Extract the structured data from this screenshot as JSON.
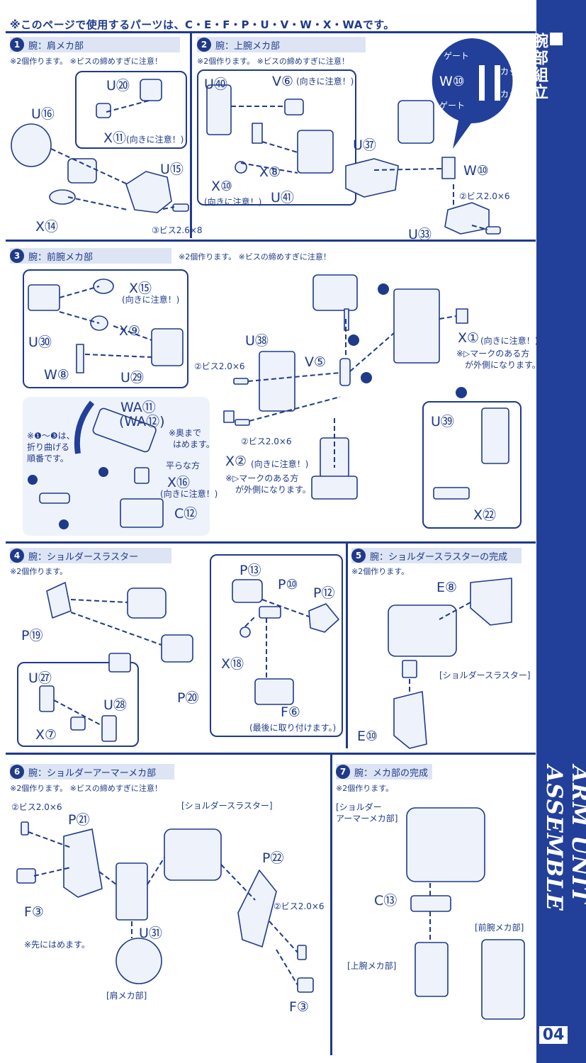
{
  "header": {
    "parts_line": "※このページで使用するパーツは、C・E・F・P・U・V・W・X・WAです。"
  },
  "sidebar": {
    "title_jp": "腕部組立",
    "title_en": "ARM UNIT ASSEMBLE",
    "page_number": "04"
  },
  "sections": [
    {
      "num": "1",
      "title": "腕：肩メカ部",
      "note": "※2個作ります。 ※ビスの締めすぎに注意！"
    },
    {
      "num": "2",
      "title": "腕：上腕メカ部",
      "note": "※2個作ります。 ※ビスの締めすぎに注意！"
    },
    {
      "num": "3",
      "title": "腕：前腕メカ部",
      "note": "※2個作ります。 ※ビスの締めすぎに注意！"
    },
    {
      "num": "4",
      "title": "腕：ショルダースラスター",
      "note": "※2個作ります。"
    },
    {
      "num": "5",
      "title": "腕：ショルダースラスターの完成",
      "note": "※2個作ります。"
    },
    {
      "num": "6",
      "title": "腕：ショルダーアーマーメカ部",
      "note": "※2個作ります。 ※ビスの締めすぎに注意！"
    },
    {
      "num": "7",
      "title": "腕：メカ部の完成",
      "note": "※2個作ります。"
    }
  ],
  "labels": {
    "s1": {
      "u16": "U⑯",
      "u20": "U⑳",
      "x11": "X⑪",
      "x11_note": "(向きに注意！)",
      "u15": "U⑮",
      "x14": "X⑭",
      "screw": "③ビス2.6×8"
    },
    "s2": {
      "u40": "U㊵",
      "v6": "V⑥",
      "v6_note": "(向きに注意！)",
      "x8": "X⑧",
      "x10": "X⑩",
      "x10_note": "(向きに注意！)",
      "u41": "U㊶",
      "u32": "U㊲",
      "w10": "W⑩",
      "screw": "②ビス2.0×6",
      "u33": "U㉝",
      "gate_top": "ゲート",
      "cut_top": "カット",
      "w10_callout": "W⑩",
      "gate_bot": "ゲート",
      "cut_bot": "カット"
    },
    "s3": {
      "x15": "X⑮",
      "x15_note": "(向きに注意！)",
      "u30": "U㉚",
      "x9": "X⑨",
      "w8": "W⑧",
      "u29": "U㉙",
      "u38": "U㊳",
      "screw_a": "②ビス2.0×6",
      "v5": "V⑤",
      "x1": "X①",
      "x1_note": "(向きに注意！)",
      "x1_note2": "※▷マークのある方",
      "x1_note3": "が外側になります。",
      "wa11": "WA⑪",
      "wa12": "(WA⑫)",
      "fold_note1": "※❶～❸は、",
      "fold_note2": "折り曲げる",
      "fold_note3": "順番です。",
      "deep_note1": "※奥まで",
      "deep_note2": "はめます。",
      "flat_note": "平らな方",
      "x16": "X⑯",
      "x16_note": "(向きに注意！)",
      "c12": "C⑫",
      "screw_b": "②ビス2.0×6",
      "x2": "X②",
      "x2_note": "(向きに注意！)",
      "x2_note2": "※▷マークのある方",
      "x2_note3": "が外側になります。",
      "u39": "U㊴",
      "x22": "X㉒"
    },
    "s4": {
      "p19": "P⑲",
      "p13": "P⑬",
      "p10": "P⑩",
      "p12": "P⑫",
      "x18": "X⑱",
      "u27": "U㉗",
      "u28": "U㉘",
      "x7": "X⑦",
      "p20": "P⑳",
      "f6": "F⑥",
      "f6_note": "(最後に取り付けます。)"
    },
    "s5": {
      "e8": "E⑧",
      "thruster": "[ショルダースラスター]",
      "e10": "E⑩"
    },
    "s6": {
      "screw_a": "②ビス2.0×6",
      "p21": "P㉑",
      "thruster": "[ショルダースラスター]",
      "p22": "P㉒",
      "f3a": "F③",
      "u31": "U㉛",
      "first_note": "※先にはめます。",
      "shoulder": "[肩メカ部]",
      "screw_b": "②ビス2.0×6",
      "f3b": "F③"
    },
    "s7": {
      "armor1": "[ショルダー",
      "armor2": "アーマーメカ部]",
      "c13": "C⑬",
      "forearm": "[前腕メカ部]",
      "upperarm": "[上腕メカ部]"
    }
  }
}
